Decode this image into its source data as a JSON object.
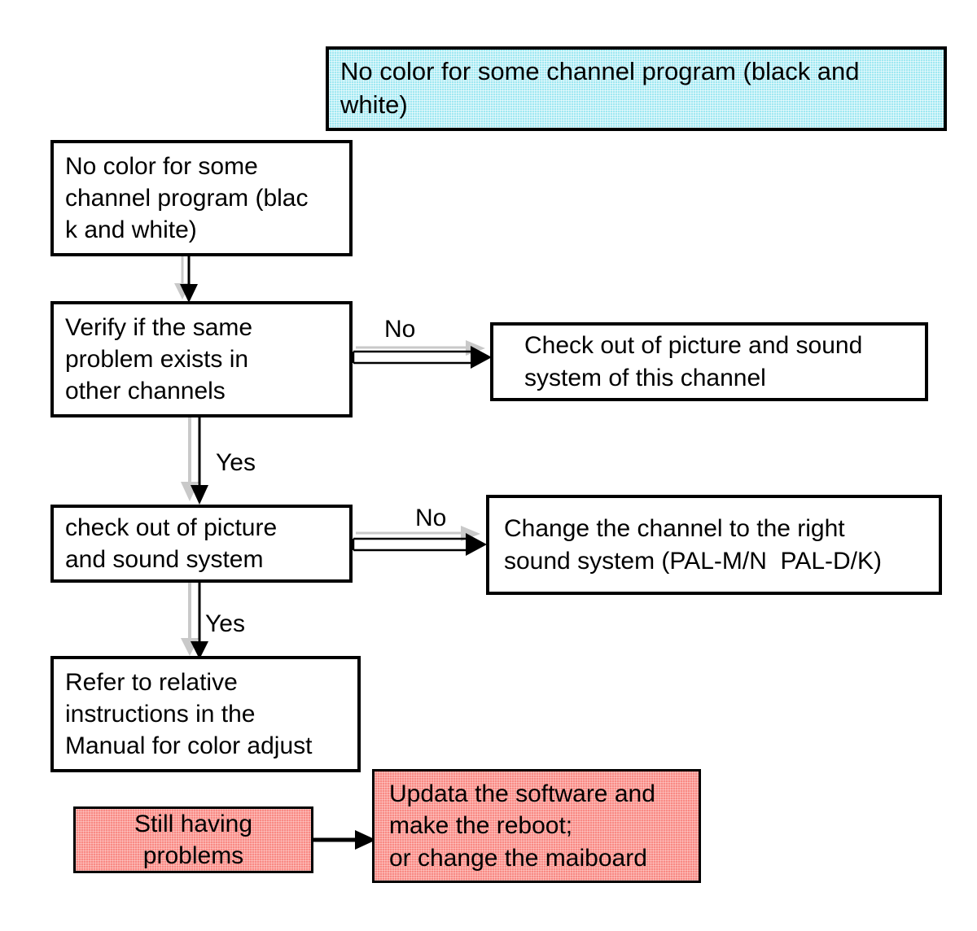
{
  "diagram": {
    "title": "No color for some channel program (black and white)",
    "colors": {
      "header_fill": "#9fe8f2",
      "alert_fill": "#f98a84",
      "stroke": "#000000",
      "shadow": "#c9c9c9"
    },
    "nodes": [
      {
        "id": "header",
        "label": "No color for some channel program (black and\nwhite)"
      },
      {
        "id": "start",
        "label": "No color for some\nchannel program (blac\nk and white)"
      },
      {
        "id": "verify",
        "label": "Verify if the same\nproblem exists in\nother channels"
      },
      {
        "id": "check-this-channel",
        "label": "Check out of picture and sound\nsystem of this channel"
      },
      {
        "id": "check-system",
        "label": "check out of picture\nand sound system"
      },
      {
        "id": "change-channel",
        "label": "Change the channel to the right\nsound system (PAL-M/N  PAL-D/K)"
      },
      {
        "id": "refer-manual",
        "label": "Refer to relative\ninstructions in the\nManual for color adjust"
      },
      {
        "id": "still-problems",
        "label": "Still having\nproblems"
      },
      {
        "id": "update-software",
        "label": "Updata the software and\nmake the reboot;\nor change the maiboard"
      }
    ],
    "edges": [
      {
        "id": "start-to-verify",
        "label": ""
      },
      {
        "id": "verify-no",
        "label": "No"
      },
      {
        "id": "verify-yes",
        "label": "Yes"
      },
      {
        "id": "check-system-no",
        "label": "No"
      },
      {
        "id": "check-system-yes",
        "label": "Yes"
      },
      {
        "id": "still-problems-to-update",
        "label": ""
      }
    ]
  }
}
